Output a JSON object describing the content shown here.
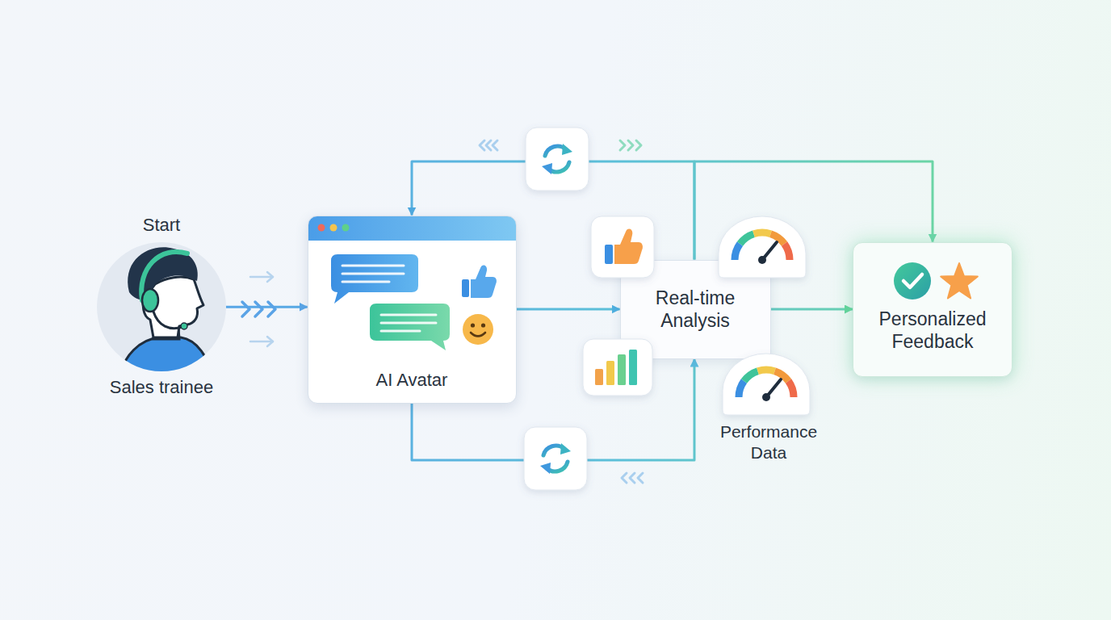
{
  "diagram": {
    "nodes": [
      {
        "text": [
          "Start",
          "Sales trainee"
        ]
      },
      {
        "text": [
          "AI Avatar"
        ]
      },
      {
        "text": [
          "Real-time Analysis"
        ]
      },
      {
        "text": [
          "Personalized Feedback"
        ]
      }
    ],
    "edges": [
      {
        "from": 0,
        "to": 1,
        "arrow": "to"
      },
      {
        "from": 1,
        "to": 2,
        "arrow": "to"
      },
      {
        "from": 2,
        "to": 3,
        "arrow": "to"
      },
      {
        "from": 2,
        "to": 1,
        "arrow": "to"
      },
      {
        "from": 2,
        "to": 3,
        "arrow": "to"
      },
      {
        "from": 1,
        "to": 2,
        "arrow": "to"
      }
    ],
    "labels": [
      "Performance Data"
    ]
  }
}
